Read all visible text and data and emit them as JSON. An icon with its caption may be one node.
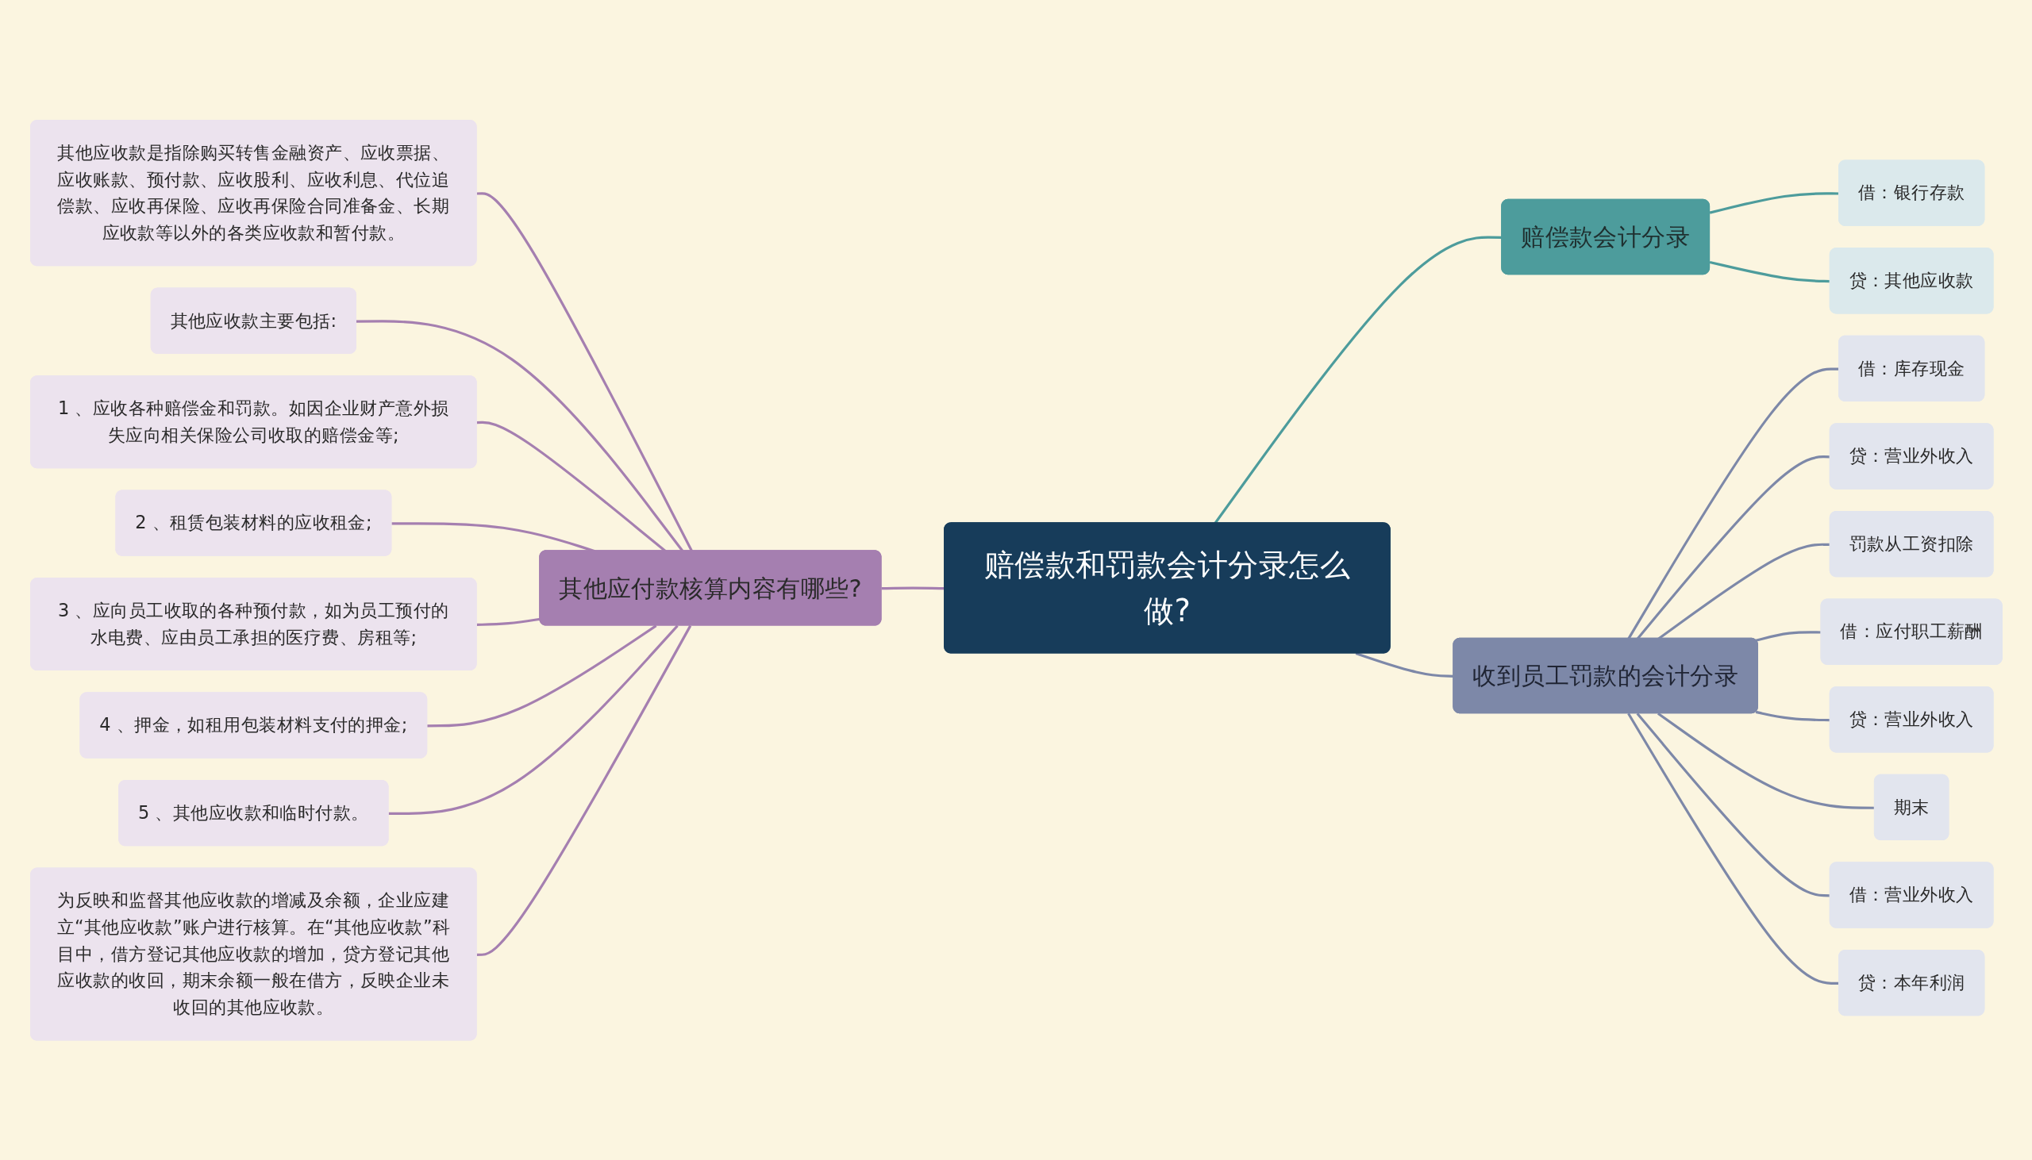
{
  "diagram": {
    "nodes": [
      {
        "text": [
          "赔偿款和罚款会计分录怎么做?"
        ]
      },
      {
        "text": [
          "其他应付款核算内容有哪些?"
        ]
      },
      {
        "text": [
          "其他应收款是指除购买转售金融资产、应收票据、应收账款、预付款、应收股利、应收利息、代位追偿款、应收再保险、应收再保险合同准备金、长期应收款等以外的各类应收款和暂付款。"
        ]
      },
      {
        "text": [
          "其他应收款主要包括:"
        ]
      },
      {
        "text": [
          "1 、应收各种赔偿金和罚款。如因企业财产意外损失应向相关保险公司收取的赔偿金等;"
        ]
      },
      {
        "text": [
          "2 、租赁包装材料的应收租金;"
        ]
      },
      {
        "text": [
          "3 、应向员工收取的各种预付款，如为员工预付的水电费、应由员工承担的医疗费、房租等;"
        ]
      },
      {
        "text": [
          "4 、押金，如租用包装材料支付的押金;"
        ]
      },
      {
        "text": [
          "5 、其他应收款和临时付款。"
        ]
      },
      {
        "text": [
          "为反映和监督其他应收款的增减及余额，企业应建立“其他应收款”账户进行核算。在“其他应收款”科目中，借方登记其他应收款的增加，贷方登记其他应收款的收回，期末余额一般在借方，反映企业未收回的其他应收款。"
        ]
      },
      {
        "text": [
          "赔偿款会计分录"
        ]
      },
      {
        "text": [
          "借：银行存款"
        ]
      },
      {
        "text": [
          "贷：其他应收款"
        ]
      },
      {
        "text": [
          "收到员工罚款的会计分录"
        ]
      },
      {
        "text": [
          "借：库存现金"
        ]
      },
      {
        "text": [
          "贷：营业外收入"
        ]
      },
      {
        "text": [
          "罚款从工资扣除"
        ]
      },
      {
        "text": [
          "借：应付职工薪酬"
        ]
      },
      {
        "text": [
          "贷：营业外收入"
        ]
      },
      {
        "text": [
          "期末"
        ]
      },
      {
        "text": [
          "借：营业外收入"
        ]
      },
      {
        "text": [
          "贷：本年利润"
        ]
      }
    ],
    "edges": [
      {
        "from": 0,
        "to": 1,
        "arrow": "none",
        "color": "#a57fb0"
      },
      {
        "from": 1,
        "to": 2,
        "arrow": "none",
        "color": "#a57fb0"
      },
      {
        "from": 1,
        "to": 3,
        "arrow": "none",
        "color": "#a57fb0"
      },
      {
        "from": 1,
        "to": 4,
        "arrow": "none",
        "color": "#a57fb0"
      },
      {
        "from": 1,
        "to": 5,
        "arrow": "none",
        "color": "#a57fb0"
      },
      {
        "from": 1,
        "to": 6,
        "arrow": "none",
        "color": "#a57fb0"
      },
      {
        "from": 1,
        "to": 7,
        "arrow": "none",
        "color": "#a57fb0"
      },
      {
        "from": 1,
        "to": 8,
        "arrow": "none",
        "color": "#a57fb0"
      },
      {
        "from": 1,
        "to": 9,
        "arrow": "none",
        "color": "#a57fb0"
      },
      {
        "from": 0,
        "to": 10,
        "arrow": "none",
        "color": "#4d9c9c"
      },
      {
        "from": 10,
        "to": 11,
        "arrow": "none",
        "color": "#4d9c9c"
      },
      {
        "from": 10,
        "to": 12,
        "arrow": "none",
        "color": "#4d9c9c"
      },
      {
        "from": 0,
        "to": 13,
        "arrow": "none",
        "color": "#7d88a8"
      },
      {
        "from": 13,
        "to": 14,
        "arrow": "none",
        "color": "#7d88a8"
      },
      {
        "from": 13,
        "to": 15,
        "arrow": "none",
        "color": "#7d88a8"
      },
      {
        "from": 13,
        "to": 16,
        "arrow": "none",
        "color": "#7d88a8"
      },
      {
        "from": 13,
        "to": 17,
        "arrow": "none",
        "color": "#7d88a8"
      },
      {
        "from": 13,
        "to": 18,
        "arrow": "none",
        "color": "#7d88a8"
      },
      {
        "from": 13,
        "to": 19,
        "arrow": "none",
        "color": "#7d88a8"
      },
      {
        "from": 13,
        "to": 20,
        "arrow": "none",
        "color": "#7d88a8"
      },
      {
        "from": 13,
        "to": 21,
        "arrow": "none",
        "color": "#7d88a8"
      }
    ]
  }
}
